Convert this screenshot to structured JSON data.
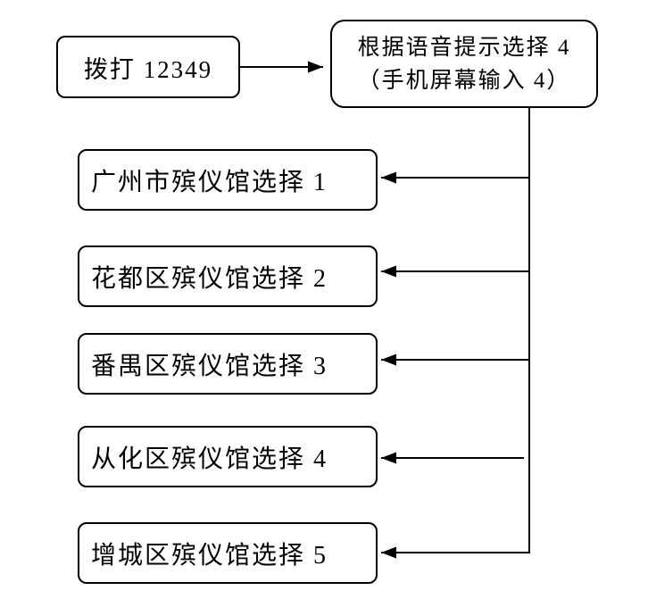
{
  "diagram": {
    "type": "flowchart",
    "colors": {
      "background": "#ffffff",
      "stroke": "#000000",
      "text": "#000000"
    },
    "start": {
      "label": "拨打 12349"
    },
    "voice_prompt": {
      "line1": "根据语音提示选择 4",
      "line2": "（手机屏幕输入 4）"
    },
    "options": [
      {
        "label": "广州市殡仪馆选择 1"
      },
      {
        "label": "花都区殡仪馆选择 2"
      },
      {
        "label": "番禺区殡仪馆选择 3"
      },
      {
        "label": "从化区殡仪馆选择 4"
      },
      {
        "label": "增城区殡仪馆选择 5"
      }
    ]
  }
}
